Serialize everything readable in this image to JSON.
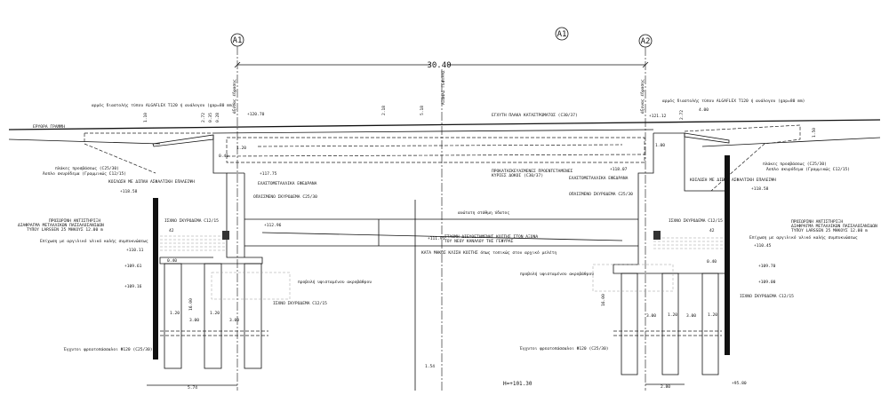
{
  "axes": {
    "a1_left": "A1",
    "a1_mid": "A1",
    "a2": "A2",
    "span": "30.40"
  },
  "labels": {
    "red_line": "ΕΡΥΘΡΑ ΓΡΑΜΜΗ",
    "joint_left": "αρμός διαστολής τύπου ALGAFLEX T120 ή ανάλογου (gap=80 mm)",
    "joint_right": "αρμός διαστολής τύπου ALGAFLEX T120 ή ανάλογου (gap=80 mm)",
    "bearing_axis_left": "άξονας έδρασης",
    "bearing_axis_right": "άξονας έδρασης",
    "bridge_axis": "ΑΞΟΝΑΣ ΓΕΦΥΡΑΣ",
    "deck_slab": "ΕΓΧΥΤΗ ΠΛΑΚΑ ΚΑΤΑΣΤΡΩΜΑΤΟΣ (C30/37)",
    "beams_1": "ΠΡΟΚΑΤΑΣΚΕΥΑΣΜΕΝΕΣ ΠΡΟΕΝΤΕΤΑΜΕΝΕΣ",
    "beams_2": "ΚΥΡΙΕΣ ΔΟΚΟΙ (C30/37)",
    "bearings_left": "ΕΛΑΣΤΟΜΕΤΑΛΛΙΚΑ ΕΦΕΔΡΑΝΑ",
    "bearings_right": "ΕΛΑΣΤΟΜΕΤΑΛΛΙΚΑ ΕΦΕΔΡΑΝΑ",
    "rc_left": "ΟΠΛΙΣΜΕΝΟ ΣΚΥΡΟΔΕΜΑ C25/30",
    "rc_right": "ΟΠΛΙΣΜΕΝΟ ΣΚΥΡΟΔΕΜΑ C25/30",
    "approach_left": "πλάκες προσβάσεως (C25/30)",
    "lean_left": "Άοπλο σκυρόδεμα (Γραμμικώς C12/15)",
    "approach_right": "πλάκες προσβάσεως (C25/30)",
    "lean_right": "Άοπλο σκυρόδεμα (Γραμμικώς C12/15)",
    "drain_left": "ΚΟΙΛΩΣΗ ΜΕ ΔΙΠΛΗ ΑΣΦΑΛΤΙΚΗ ΕΠΑΛΕΙΨΗ",
    "drain_right": "ΚΟΙΛΩΣΗ ΜΕ ΔΙΠΛΗ ΑΣΦΑΛΤΙΚΗ ΕΠΑΛΕΙΨΗ",
    "sheet_left_1": "ΠΡΟΣΩΡΙΝΗ ΑΝΤΙΣΤΗΡΙΞΗ",
    "sheet_left_2": "ΔΙΑΦΡΑΓΜΑ ΜΕΤΑΛΛΙΚΩΝ ΠΑΣΣΑΛΟΣΑΝΙΔΩΝ",
    "sheet_left_3": "ΤΥΠΟΥ LARSSEN 25 ΜΗΚΟΥΣ 12.00 m",
    "sheet_right_1": "ΠΡΟΣΩΡΙΝΗ ΑΝΤΙΣΤΗΡΙΞΗ",
    "sheet_right_2": "ΔΙΑΦΡΑΓΜΑ ΜΕΤΑΛΛΙΚΩΝ ΠΑΣΣΑΛΟΣΑΝΙΔΩΝ",
    "sheet_right_3": "ΤΥΠΟΥ LARSSEN 25 ΜΗΚΟΥΣ 12.00 m",
    "fill_left": "Επίχωση με αργιλικό υλικό καλής συμπυκνώσεως",
    "fill_right": "Επίχωση με αργιλικό υλικό καλής συμπυκνώσεως",
    "lean_top_left": "ΙΣΧΝΟ ΣΚΥΡΟΔΕΜΑ C12/15",
    "lean_top_right": "ΙΣΧΝΟ ΣΚΥΡΟΔΕΜΑ C12/15",
    "lean_bot_left": "ΙΣΧΝΟ ΣΚΥΡΟΔΕΜΑ C12/15",
    "lean_bot_right": "ΙΣΧΝΟ ΣΚΥΡΟΔΕΜΑ C12/15",
    "max_water": "ανώτατη στάθμη ύδατος",
    "bed_1": "ΣΤΑΘΜΗ ΔΙΕΥΘΕΤΗΜΕΝΗΣ ΚΟΙΤΗΣ ΣΤΟΝ ΑΞΟΝΑ",
    "bed_2": "ΤΟΥ ΝΕΟΥ ΚΑΝΑΛΟΥ ΤΗΣ ΓΕΦΥΡΑΣ",
    "slope": "ΚΑΤΑ ΜΗΚΟΣ ΚΛΙΣΗ ΚΟΙΤΗΣ όπως τοπικώς στον αρχικό μελέτη",
    "existing_left": "προβολή υφισταμένου ακροβάθρου",
    "existing_right": "προβολή υφισταμένου ακροβάθρου",
    "piles_left": "Έγχυτοι φρεατοπάσσαλοι Φ120 (C25/30)",
    "piles_right": "Έγχυτοι φρεατοπάσσαλοι Φ120 (C25/30)",
    "h_ref": "Η=+101.30"
  },
  "levels": {
    "deck_left": "+120.70",
    "deck_right": "+121.12",
    "bear_left": "+117.75",
    "bear_right": "+118.07",
    "slab_left": "+118.58",
    "slab_right": "+118.58",
    "water": "+112.96",
    "bed": "+111.95",
    "fill_left": "+110.11",
    "found_left_1": "+109.61",
    "found_left_2": "+109.16",
    "fill_right": "+110.45",
    "found_right_1": "+109.70",
    "found_right_2": "+109.00",
    "pile_tip_right": "+95.80"
  },
  "dims": {
    "d110": "1.10",
    "d272": "2.72",
    "d035": "0.35",
    "d028": "0.28",
    "d218": "2.18",
    "d518": "5.18",
    "d400": "4.00",
    "d272r": "2.72",
    "d150": "1.50",
    "d045": "0.45",
    "d120a": "1.20",
    "d100": "1.00",
    "d040a": "0.40",
    "d040b": "0.40",
    "d1600l": "16.00",
    "d1600r": "16.00",
    "p120a": "1.20",
    "p120b": "1.20",
    "p300a": "3.00",
    "p300b": "3.00",
    "p120c": "1.20",
    "p120d": "1.20",
    "p300c": "3.00",
    "p300d": "3.00",
    "d574": "5.74",
    "d280": "2.80",
    "d154": "1.54",
    "d42a": "42",
    "d42b": "42"
  }
}
